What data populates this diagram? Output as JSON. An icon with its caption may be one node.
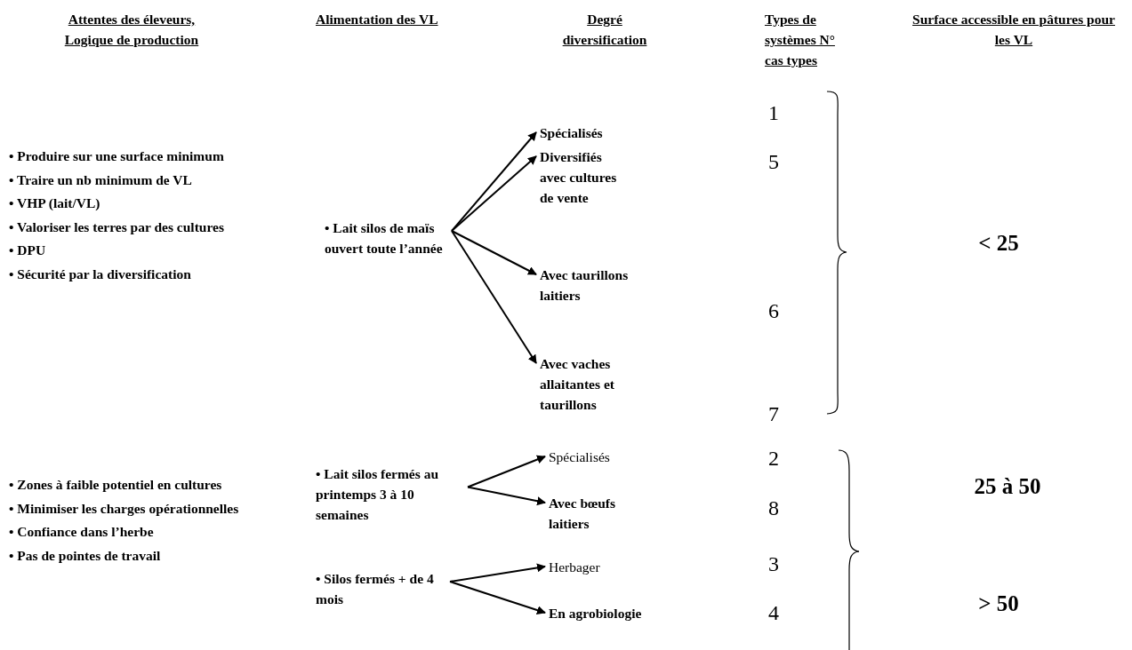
{
  "diagram": {
    "nodes": [
      {
        "text": [
          "• Lait silos de maïs ouvert toute l’année"
        ]
      },
      {
        "text": [
          "Spécialisés"
        ]
      },
      {
        "text": [
          "Diversifiés avec cultures de vente"
        ]
      },
      {
        "text": [
          "Avec taurillons laitiers"
        ]
      },
      {
        "text": [
          "Avec vaches allaitantes et taurillons"
        ]
      },
      {
        "text": [
          "• Lait silos fermés au printemps 3 à 10 semaines"
        ]
      },
      {
        "text": [
          "Spécialisés"
        ]
      },
      {
        "text": [
          "Avec bœufs laitiers"
        ]
      },
      {
        "text": [
          "• Silos fermés + de 4 mois"
        ]
      },
      {
        "text": [
          "Herbager"
        ]
      },
      {
        "text": [
          "En agrobiologie"
        ]
      }
    ],
    "edges": [
      {
        "from": 0,
        "to": 1,
        "arrow": "to"
      },
      {
        "from": 0,
        "to": 2,
        "arrow": "to"
      },
      {
        "from": 0,
        "to": 3,
        "arrow": "to"
      },
      {
        "from": 0,
        "to": 4,
        "arrow": "to"
      },
      {
        "from": 5,
        "to": 6,
        "arrow": "to"
      },
      {
        "from": 5,
        "to": 7,
        "arrow": "to"
      },
      {
        "from": 8,
        "to": 9,
        "arrow": "to"
      },
      {
        "from": 8,
        "to": 10,
        "arrow": "to"
      }
    ],
    "labels": [
      "Attentes des éleveurs, Logique de production",
      "Alimentation des VL",
      "Degré diversification",
      "Types de systèmes N° cas types",
      "Surface accessible en pâtures pour les VL",
      "• Produire sur une surface minimum",
      "• Traire un nb minimum de VL",
      "• VHP (lait/VL)",
      "• Valoriser les terres par des cultures",
      "• DPU",
      "• Sécurité par la diversification",
      "1",
      "5",
      "6",
      "7",
      "< 25",
      "• Zones à faible potentiel en cultures",
      "• Minimiser les charges opérationnelles",
      "• Confiance dans l’herbe",
      "• Pas de pointes de travail",
      "2",
      "8",
      "3",
      "4",
      "25 à 50",
      "> 50"
    ]
  }
}
